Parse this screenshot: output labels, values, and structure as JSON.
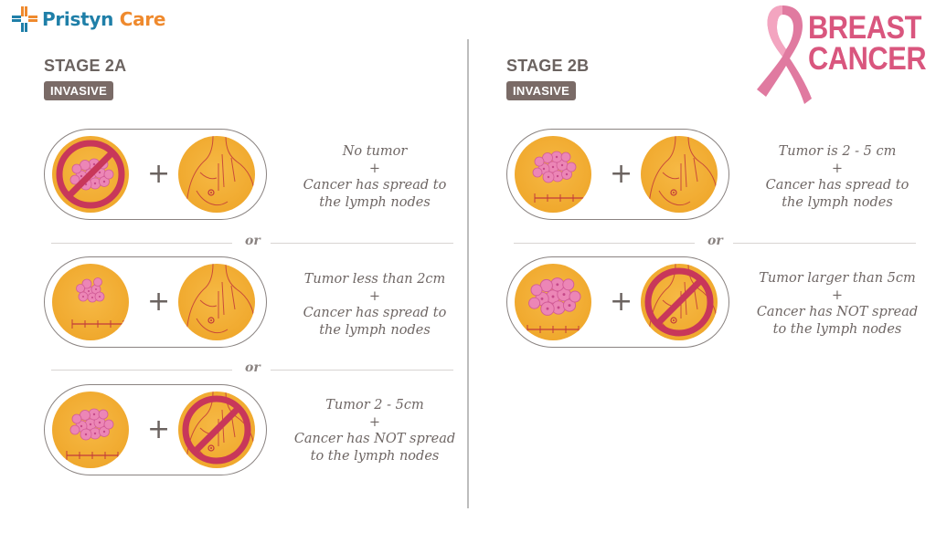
{
  "header": {
    "brand": {
      "name_part1": "Pristyn",
      "name_part2": "Care",
      "icon": "cross-plus-logo-icon",
      "colors": {
        "blue": "#1f7fa8",
        "orange": "#ef8a2e"
      }
    },
    "campaign": {
      "line1": "BREAST",
      "line2": "CANCER",
      "icon": "pink-ribbon-icon",
      "color": "#d9567e"
    }
  },
  "stages": [
    {
      "title": "STAGE 2A",
      "badge": "INVASIVE",
      "or_label": "or",
      "cases": [
        {
          "left_icon": "no-tumor-prohibited-icon",
          "right_icon": "lymph-nodes-spread-icon",
          "plus": "+",
          "line1": "No tumor",
          "plus_text": "+",
          "line2": "Cancer has spread to",
          "line3": "the lymph nodes"
        },
        {
          "left_icon": "small-tumor-with-ruler-icon",
          "right_icon": "lymph-nodes-spread-icon",
          "plus": "+",
          "line1": "Tumor less than 2cm",
          "plus_text": "+",
          "line2": "Cancer has spread to",
          "line3": "the lymph nodes"
        },
        {
          "left_icon": "medium-tumor-with-ruler-icon",
          "right_icon": "lymph-nodes-not-spread-prohibited-icon",
          "plus": "+",
          "line1": "Tumor 2 - 5cm",
          "plus_text": "+",
          "line2": "Cancer has NOT spread",
          "line3": "to the lymph nodes"
        }
      ]
    },
    {
      "title": "STAGE 2B",
      "badge": "INVASIVE",
      "or_label": "or",
      "cases": [
        {
          "left_icon": "medium-tumor-with-ruler-icon",
          "right_icon": "lymph-nodes-spread-icon",
          "plus": "+",
          "line1": "Tumor is 2 - 5 cm",
          "plus_text": "+",
          "line2": "Cancer has spread to",
          "line3": "the lymph nodes"
        },
        {
          "left_icon": "large-tumor-with-ruler-icon",
          "right_icon": "lymph-nodes-not-spread-prohibited-icon",
          "plus": "+",
          "line1": "Tumor larger than 5cm",
          "plus_text": "+",
          "line2": "Cancer has NOT spread",
          "line3": "to the lymph nodes"
        }
      ]
    }
  ],
  "colors": {
    "circle_fill": "#f0a92e",
    "prohibit_red": "#c8375a",
    "tumor_pink": "#e97fb2",
    "badge_bg": "#7a6b67",
    "text_gray": "#6e6664"
  }
}
